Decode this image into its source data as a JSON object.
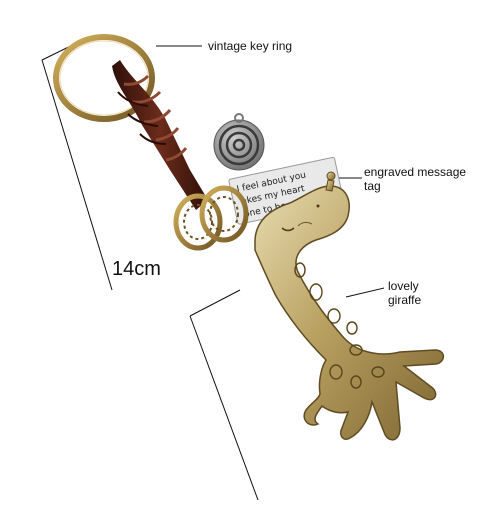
{
  "annotations": {
    "key_ring": "vintage key ring",
    "message_tag_line1": "engraved message",
    "message_tag_line2": "tag",
    "giraffe_line1": "lovely",
    "giraffe_line2": "giraffe",
    "dimension": "14cm"
  },
  "tag_engraving": {
    "line1": "I feel about you",
    "line2": "akes my heart",
    "line3": "one to be"
  },
  "colors": {
    "brass": "#b59a5b",
    "brass_dark": "#7a6432",
    "leather": "#4a1e14",
    "leather_light": "#7a3a28",
    "silver": "#d8d8d8"
  }
}
